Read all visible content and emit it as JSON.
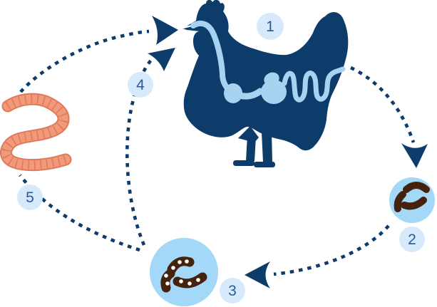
{
  "diagram": {
    "kind": "poultry-worm-life-cycle",
    "background": "#ffffff",
    "colors": {
      "page_bg": "#ffffff",
      "navy": "#0d3c6b",
      "tract_blue": "#a7d3f1",
      "circle_blue": "#a4d8f8",
      "badge_bg": "#d6eafc",
      "badge_text": "#2a5a9c",
      "dropping_brown": "#45220e",
      "egg_white": "#ffffff",
      "worm_fill": "#f09a7b",
      "worm_outline": "#e0795a"
    },
    "steps": [
      {
        "number": "1",
        "icon": "chicken-with-digestive-tract"
      },
      {
        "number": "2",
        "icon": "fresh-droppings"
      },
      {
        "number": "3",
        "icon": "droppings-with-worm-eggs"
      },
      {
        "number": "4",
        "icon": "ingestion-arrow-to-beak"
      },
      {
        "number": "5",
        "icon": "earthworm"
      }
    ]
  }
}
